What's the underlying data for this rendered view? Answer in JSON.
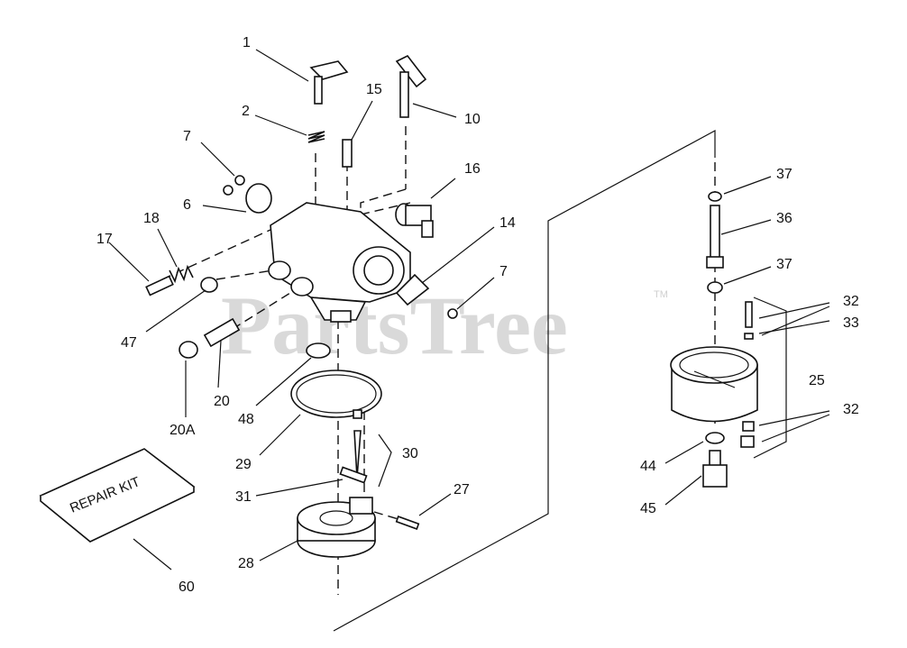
{
  "watermark": {
    "text": "PartsTree",
    "tm": "TM"
  },
  "repair_kit_text": "REPAIR KIT",
  "callouts": [
    "1",
    "2",
    "15",
    "10",
    "7",
    "16",
    "6",
    "18",
    "17",
    "14",
    "7",
    "47",
    "20",
    "48",
    "20A",
    "29",
    "30",
    "31",
    "27",
    "28",
    "60",
    "37",
    "36",
    "37",
    "32",
    "33",
    "25",
    "32",
    "44",
    "45"
  ]
}
